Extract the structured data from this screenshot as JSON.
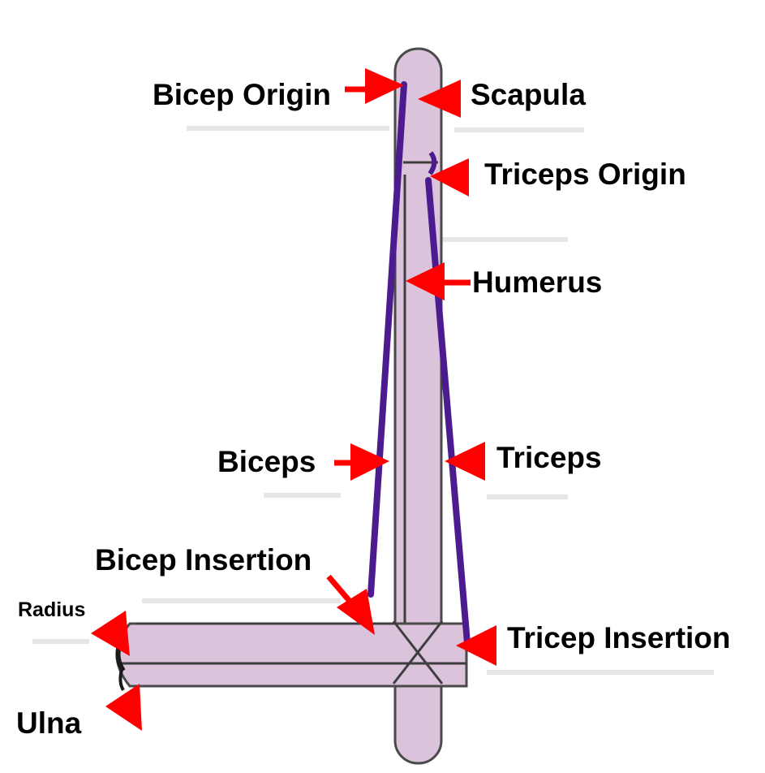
{
  "colors": {
    "bone": "#dcc3dc",
    "muscle": "#4b1b8f",
    "arrow": "#ff0000",
    "text": "#000000"
  },
  "labels": {
    "bicep_origin": "Bicep Origin",
    "scapula": "Scapula",
    "triceps_origin": "Triceps Origin",
    "humerus": "Humerus",
    "biceps": "Biceps",
    "triceps": "Triceps",
    "bicep_insertion": "Bicep Insertion",
    "radius": "Radius",
    "tricep_insertion": "Tricep Insertion",
    "ulna": "Ulna"
  }
}
